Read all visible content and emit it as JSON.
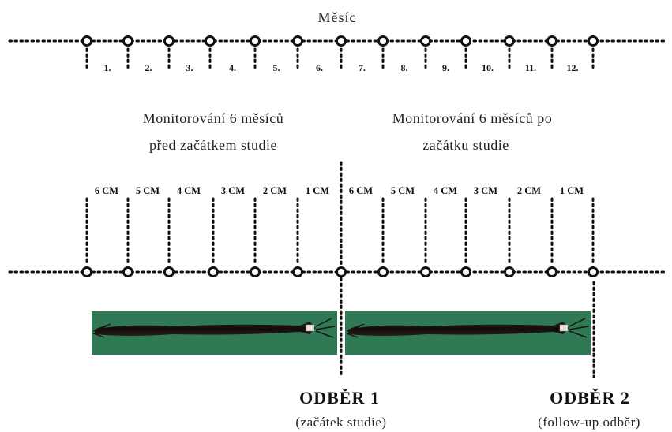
{
  "top": {
    "title": "Měsíc",
    "months": [
      "1.",
      "2.",
      "3.",
      "4.",
      "5.",
      "6.",
      "7.",
      "8.",
      "9.",
      "10.",
      "11.",
      "12."
    ]
  },
  "periods": {
    "before_line1": "Monitorování 6 měsíců",
    "before_line2": "před začátkem studie",
    "after_line1": "Monitorování 6 měsíců po",
    "after_line2": "začátku studie"
  },
  "cm_labels": [
    "6 CM",
    "5 CM",
    "4 CM",
    "3 CM",
    "2 CM",
    "1 CM",
    "6 CM",
    "5 CM",
    "4 CM",
    "3 CM",
    "2 CM",
    "1 CM"
  ],
  "samples": {
    "odber1_label": "ODBĚR 1",
    "odber1_sub": "(začátek studie)",
    "odber2_label": "ODBĚR 2",
    "odber2_sub": "(follow-up odběr)"
  },
  "colors": {
    "line": "#111111",
    "photo_background": "#2f7a55",
    "hair": "#1a1210"
  }
}
